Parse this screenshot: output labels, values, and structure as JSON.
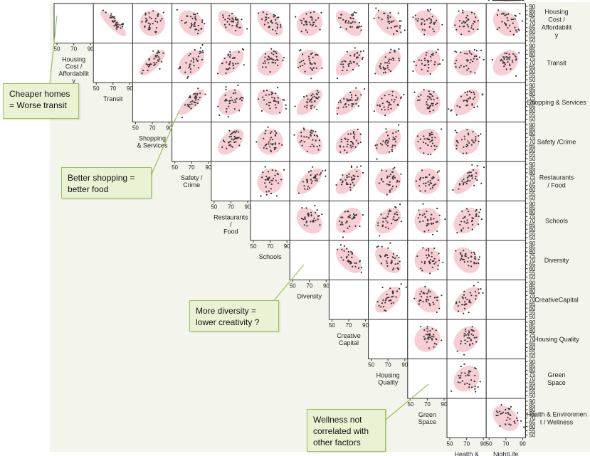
{
  "chart_data": {
    "type": "scatter",
    "title": "",
    "variables": [
      "Housing\nCost /\nAffordabilit\ny",
      "Transit",
      "Shopping\n& Services",
      "Safety /\nCrime",
      "Restaurants\n/\nFood",
      "Schools",
      "Diversity",
      "Creative\nCapital",
      "Housing\nQuality",
      "Green\nSpace",
      "Health &\nEnvironmen\nt / Wellness",
      "NightLife"
    ],
    "row_labels": [
      "Housing\nCost /\nAffordabilit\ny",
      "Transit",
      "Shopping & Services",
      "Safety /Crime",
      "Restaurants\n/ Food",
      "Schools",
      "Diversity",
      "CreativeCapital",
      "Housing Quality",
      "Green\nSpace",
      "Health & Environmen\nt / Wellness"
    ],
    "axis_range": [
      50,
      90
    ],
    "x_ticks": [
      50,
      70,
      90
    ],
    "y_ticks": [
      50,
      55,
      60,
      65,
      70,
      75,
      80,
      85,
      90
    ],
    "correlations": [
      [
        -0.85,
        0.0,
        -0.3,
        -0.55,
        -0.5,
        0.1,
        -0.6,
        -0.5,
        -0.25,
        0.05,
        -0.3
      ],
      [
        0.75,
        0.35,
        0.6,
        0.2,
        0.0,
        0.55,
        0.5,
        0.3,
        0.05,
        0.35
      ],
      [
        0.8,
        0.2,
        -0.3,
        0.65,
        0.6,
        0.3,
        0.0,
        0.5
      ],
      [
        0.5,
        0.05,
        -0.35,
        0.4,
        0.4,
        0.1,
        0.05
      ],
      [
        0.1,
        0.65,
        0.6,
        0.1,
        0.05,
        0.7
      ],
      [
        -0.3,
        0.3,
        0.4,
        0.0,
        0.3
      ],
      [
        -0.55,
        -0.5,
        0.0,
        -0.3
      ],
      [
        0.55,
        -0.3,
        0.6
      ],
      [
        0.1,
        0.3
      ],
      [
        0.2
      ],
      [
        -0.35
      ]
    ]
  },
  "annotations": [
    {
      "text": "Cheaper homes\n= Worse transit"
    },
    {
      "text": "Better shopping =\nbetter food"
    },
    {
      "text": "More diversity =\nlower creativity ?"
    },
    {
      "text": "Wellness not\ncorrelated with\nother factors"
    }
  ],
  "colors": {
    "ellipse": "#f4c6cc",
    "points": "#333333",
    "callout_fill": "#e9f3d3",
    "callout_border": "#9cc15a",
    "panel": "#f3f4ec"
  }
}
